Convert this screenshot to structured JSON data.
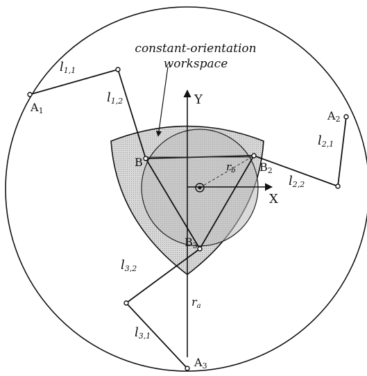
{
  "caption": {
    "line1": "constant-orientation",
    "line2": "workspace"
  },
  "axes": {
    "x_label": "X",
    "y_label": "Y"
  },
  "points": {
    "a1": "A",
    "a1_sub": "1",
    "a2": "A",
    "a2_sub": "2",
    "a3": "A",
    "a3_sub": "3",
    "b1": "B",
    "b2": "B",
    "b2_sub": "2",
    "b3": "B",
    "b3_sub": "3"
  },
  "links": {
    "l11_main": "l",
    "l11_sub": "1,1",
    "l12_main": "l",
    "l12_sub": "1,2",
    "l21_main": "l",
    "l21_sub": "2,1",
    "l22_main": "l",
    "l22_sub": "2,2",
    "l31_main": "l",
    "l31_sub": "3,1",
    "l32_main": "l",
    "l32_sub": "3,2"
  },
  "radii": {
    "rb_main": "r",
    "rb_sub": "b",
    "ra_main": "r",
    "ra_sub": "a"
  },
  "colors": {
    "ink": "#111111",
    "workspace_fill": "#cfcfcf",
    "inner_circle_fill": "#bdbdbd"
  }
}
